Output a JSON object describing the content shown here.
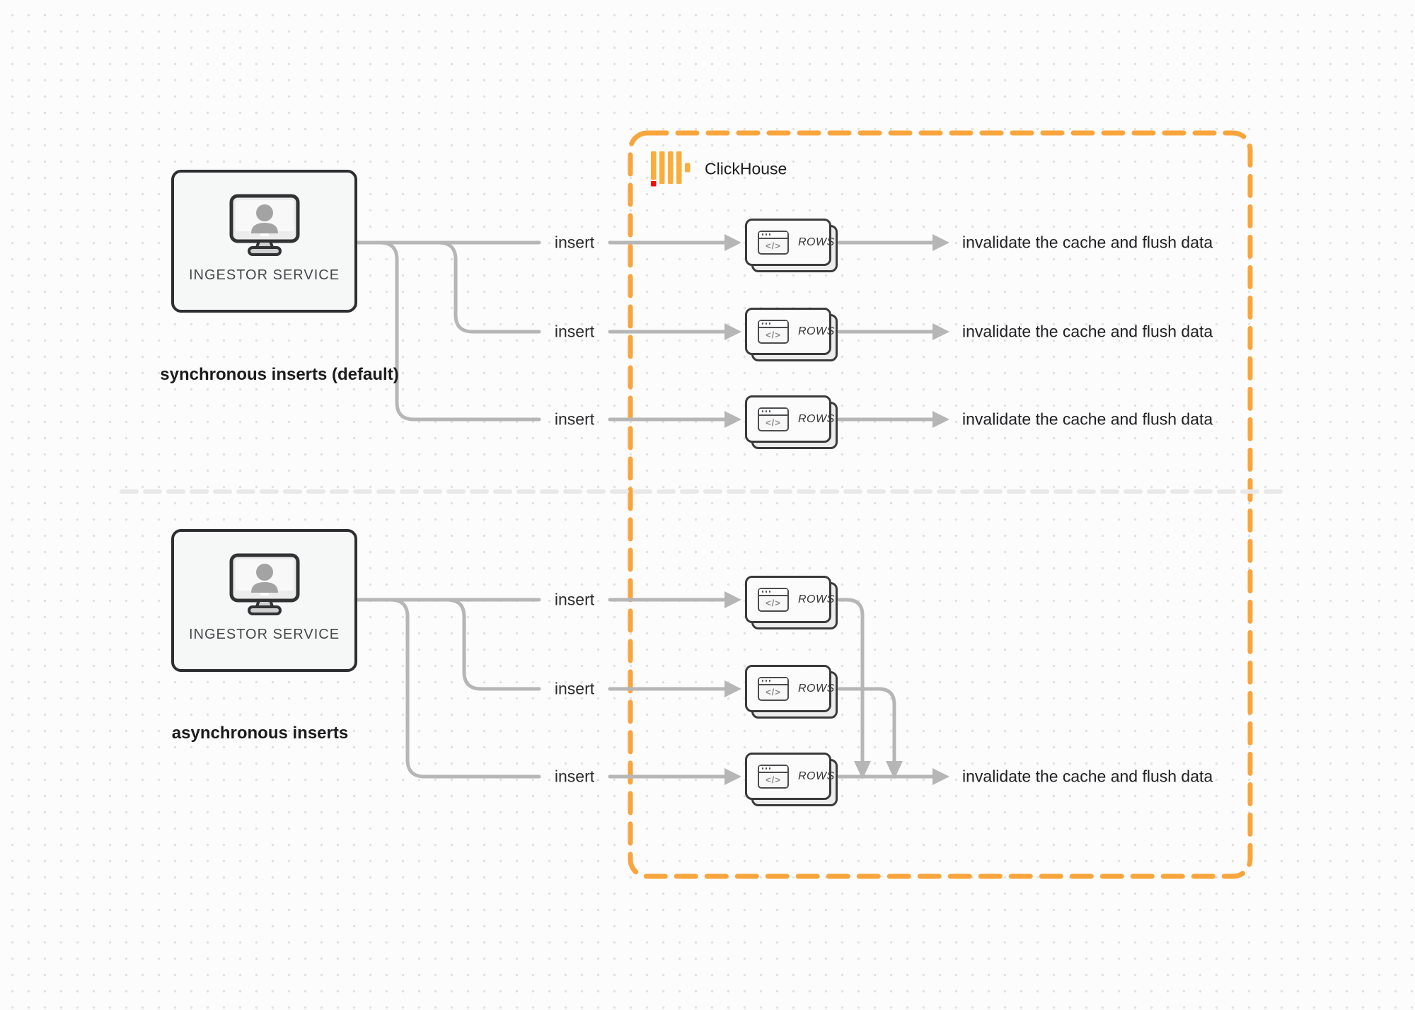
{
  "clickhouse_container": {
    "brand": {
      "name": "ClickHouse"
    }
  },
  "sync_section": {
    "caption": "synchronous inserts (default)",
    "ingestor": {
      "label": "INGESTOR SERVICE"
    },
    "flows": [
      {
        "insert": "insert",
        "node": "ROWS",
        "result": "invalidate the cache and flush data"
      },
      {
        "insert": "insert",
        "node": "ROWS",
        "result": "invalidate the cache and flush data"
      },
      {
        "insert": "insert",
        "node": "ROWS",
        "result": "invalidate the cache and flush data"
      }
    ]
  },
  "async_section": {
    "caption": "asynchronous inserts",
    "ingestor": {
      "label": "INGESTOR SERVICE"
    },
    "flows": [
      {
        "insert": "insert",
        "node": "ROWS"
      },
      {
        "insert": "insert",
        "node": "ROWS"
      },
      {
        "insert": "insert",
        "node": "ROWS"
      }
    ],
    "result": "invalidate the cache and flush data"
  },
  "icons": {
    "code_glyph": "</>"
  },
  "colors": {
    "container_border_orange": "#F9A53D",
    "logo_yellow": "#F9AE3B",
    "logo_red": "#F40C00",
    "connector_gray": "#b6b6b6",
    "divider_gray": "#e8e8e8",
    "node_border_dark": "#3a3a3a"
  }
}
